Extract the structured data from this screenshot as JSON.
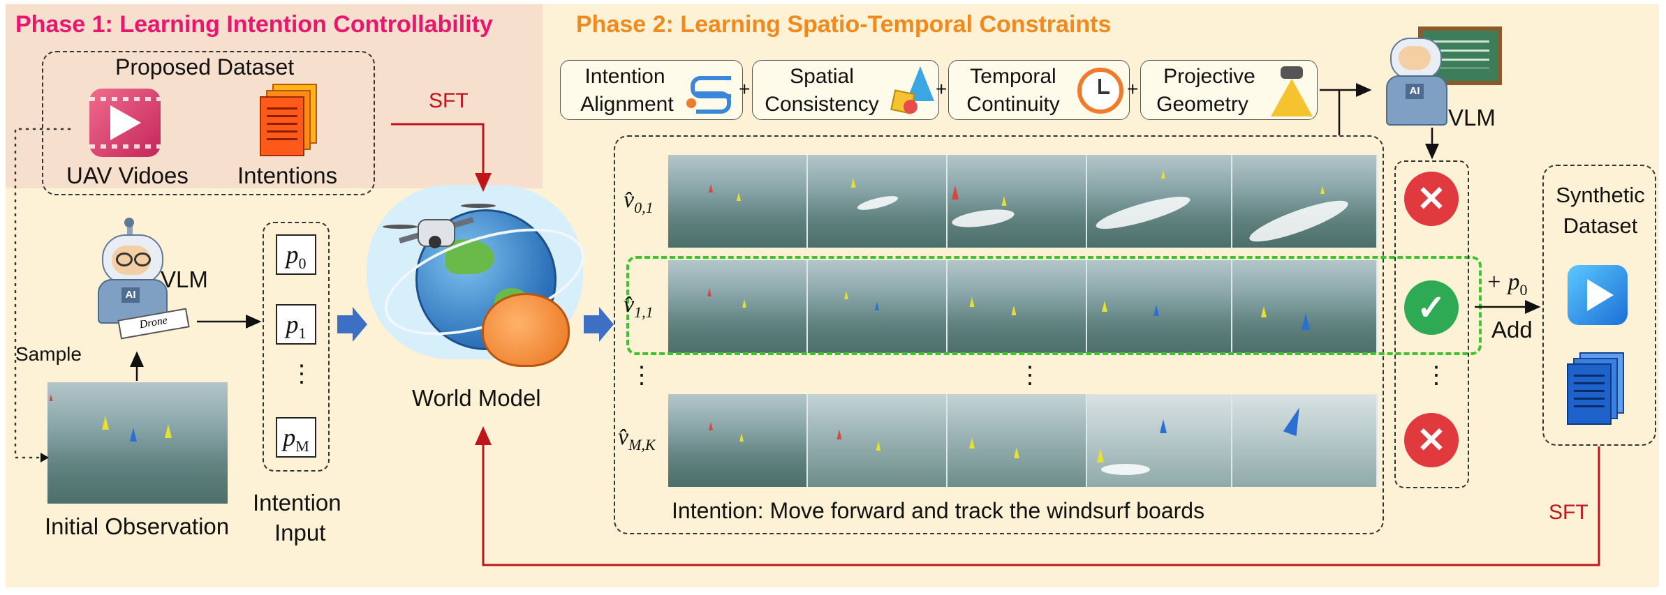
{
  "phase1": {
    "title": "Phase 1: Learning Intention Controllability",
    "color": "#e8166f"
  },
  "phase2": {
    "title": "Phase 2: Learning Spatio-Temporal Constraints",
    "color": "#f08a1e"
  },
  "dataset": {
    "title": "Proposed Dataset",
    "videos_label": "UAV Vidoes",
    "intentions_label": "Intentions"
  },
  "sft_label": "SFT",
  "sample_label": "Sample",
  "vlm_label": "VLM",
  "vlm_paper_text": "Drone",
  "ai_badge": "AI",
  "initial_observation": "Initial Observation",
  "intention_input": {
    "line1": "Intention",
    "line2": "Input",
    "p0": "p",
    "p0_sub": "0",
    "p1": "p",
    "p1_sub": "1",
    "pm": "p",
    "pm_sub": "M",
    "dots": "⋮"
  },
  "world_model": "World Model",
  "constraints": [
    {
      "line1": "Intention",
      "line2": "Alignment"
    },
    {
      "line1": "Spatial",
      "line2": "Consistency"
    },
    {
      "line1": "Temporal",
      "line2": "Continuity"
    },
    {
      "line1": "Projective",
      "line2": "Geometry"
    }
  ],
  "plus": "+",
  "rows": [
    {
      "label": "v̂",
      "sub": "0,1",
      "result": "✕"
    },
    {
      "label": "v̂",
      "sub": "1,1",
      "result": "✓"
    },
    {
      "label": "v̂",
      "sub": "M,K",
      "result": "✕"
    }
  ],
  "vdots": "⋮",
  "intention_caption": "Intention: Move forward and track the windsurf boards",
  "add_label": "Add",
  "add_p": "+ p",
  "add_p_sub": "0",
  "synthetic_dataset": {
    "line1": "Synthetic",
    "line2": "Dataset"
  },
  "colors": {
    "sft_red": "#c0141b",
    "reject_red": "#e0393e",
    "accept_green": "#2eaa55",
    "highlight_green": "#3fc22d",
    "arrow_blue": "#3d6fc4",
    "dataset_orange": "#ff5a1a"
  }
}
